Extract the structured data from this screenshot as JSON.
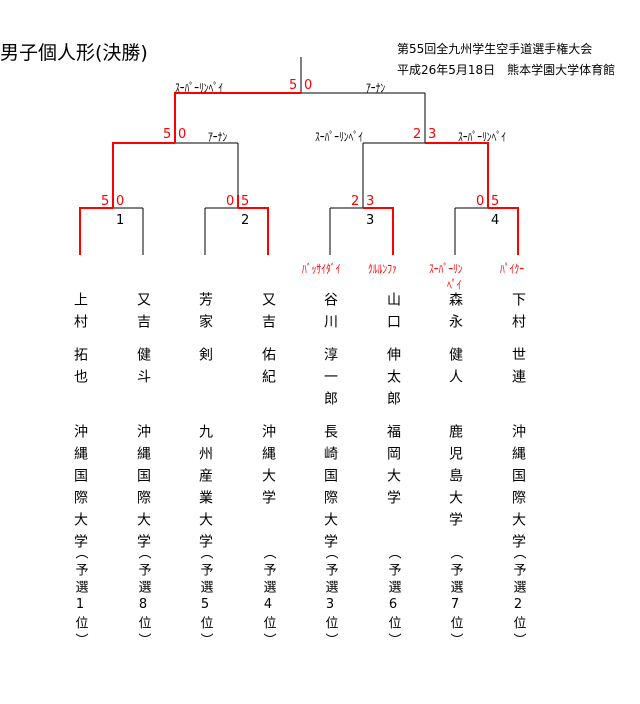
{
  "title": "男子個人形(決勝)",
  "tournament": "第55回全九州学生空手道選手権大会",
  "date_venue": "平成26年5月18日　熊本学園大学体育館",
  "final": {
    "left_team": "ｽｰﾊﾟｰﾘﾝﾍﾟｲ",
    "right_team": "ｱｰﾅﾝ",
    "left_score": "5",
    "right_score": "0"
  },
  "semis": [
    {
      "left_team": "",
      "right_team": "ｱｰﾅﾝ",
      "left_score": "5",
      "right_score": "0"
    },
    {
      "left_team": "ｽｰﾊﾟｰﾘﾝﾍﾟｲ",
      "right_team": "ｽｰﾊﾟｰﾘﾝﾍﾟｲ",
      "left_score": "2",
      "right_score": "3"
    }
  ],
  "matches": [
    {
      "number": "1",
      "left_score": "5",
      "right_score": "0"
    },
    {
      "number": "2",
      "left_score": "0",
      "right_score": "5"
    },
    {
      "number": "3",
      "left_score": "2",
      "right_score": "3"
    },
    {
      "number": "4",
      "left_score": "0",
      "right_score": "5"
    }
  ],
  "round1_teams": [
    "ﾊﾞｯｻｲﾀﾞｲ",
    "ｸﾙﾙﾝﾌｧ",
    "ｽｰﾊﾟｰﾘﾝ",
    "ﾍﾟｲ",
    "ﾊﾟｲｸｰ"
  ],
  "players": [
    {
      "surname": "上村",
      "given": "拓也",
      "university": "沖縄国際大学",
      "seed": "（予選1位）"
    },
    {
      "surname": "又吉",
      "given": "健斗",
      "university": "沖縄国際大学",
      "seed": "（予選8位）"
    },
    {
      "surname": "芳家",
      "given": "剣",
      "university": "九州産業大学",
      "seed": "（予選5位）"
    },
    {
      "surname": "又吉",
      "given": "佑紀",
      "university": "沖縄大学",
      "seed": "（予選4位）"
    },
    {
      "surname": "谷川",
      "given": "淳一郎",
      "university": "長崎国際大学",
      "seed": "（予選3位）"
    },
    {
      "surname": "山口",
      "given": "伸太郎",
      "university": "福岡大学",
      "seed": "（予選6位）"
    },
    {
      "surname": "森永",
      "given": "健人",
      "university": "鹿児島大学",
      "seed": "（予選7位）"
    },
    {
      "surname": "下村",
      "given": "世連",
      "university": "沖縄国際大学",
      "seed": "（予選2位）"
    }
  ],
  "colors": {
    "winner_line": "#ff0000",
    "line": "#000000"
  }
}
